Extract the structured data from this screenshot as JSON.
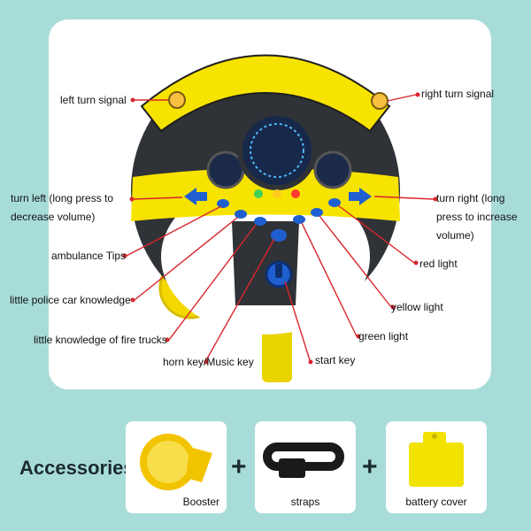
{
  "labels": {
    "left_turn_signal": "left turn signal",
    "right_turn_signal": "right turn signal",
    "turn_left": "turn left (long press to decrease volume)",
    "turn_right": "turn right (long press to increase volume)",
    "ambulance_tips": "ambulance Tips",
    "red_light": "red light",
    "police_car": "little police car knowledge",
    "yellow_light": "yellow light",
    "fire_trucks": "little knowledge of fire trucks",
    "green_light": "green light",
    "horn_music_key": "horn key/Music key",
    "start_key": "start key"
  },
  "accessories": {
    "title": "Accessories",
    "plus": "+",
    "items": [
      {
        "name": "Booster"
      },
      {
        "name": "straps"
      },
      {
        "name": "battery cover"
      }
    ]
  },
  "colors": {
    "background": "#a8dcd9",
    "wheel_yellow": "#f7e300",
    "wheel_dark": "#2f3236",
    "leader_red": "#d8262c",
    "button_blue": "#1f5fd0"
  }
}
